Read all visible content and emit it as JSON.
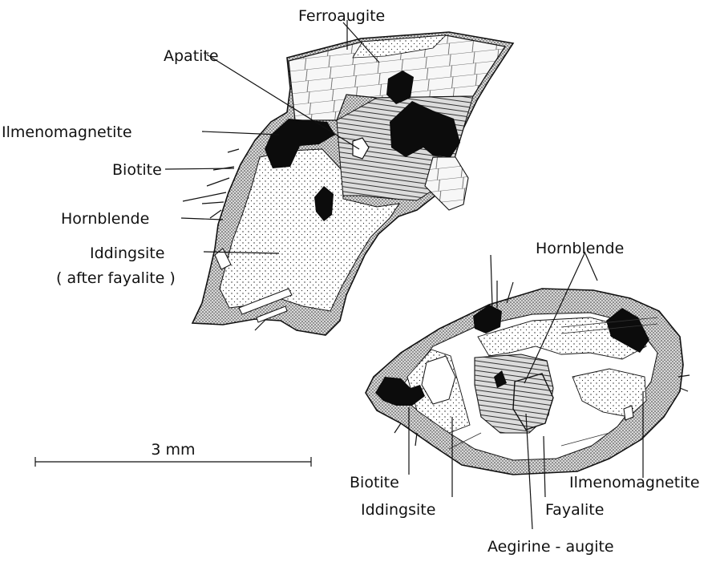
{
  "labels": {
    "ferroaugite": "Ferroaugite",
    "apatite": "Apatite",
    "ilmenomagnetite_1": "Ilmenomagnetite",
    "biotite_1": "Biotite",
    "hornblende_1": "Hornblende",
    "iddingsite_1": "Iddingsite",
    "iddingsite_1_note": "( after fayalite )",
    "hornblende_2": "Hornblende",
    "biotite_2": "Biotite",
    "iddingsite_2": "Iddingsite",
    "fayalite": "Fayalite",
    "ilmenomagnetite_2": "Ilmenomagnetite",
    "aegirine_augite": "Aegirine - augite"
  },
  "scale_bar": {
    "label": "3 mm"
  },
  "colors": {
    "ink": "#111111",
    "paper": "#ffffff",
    "stipple": "#6b6b6b"
  }
}
